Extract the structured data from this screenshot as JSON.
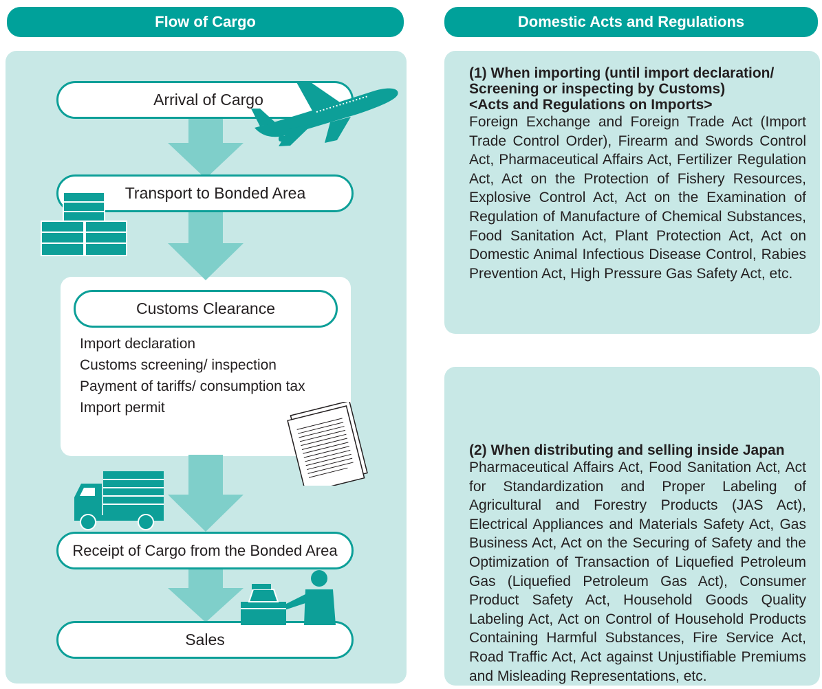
{
  "headers": {
    "flow": "Flow of Cargo",
    "regulations": "Domestic Acts and Regulations"
  },
  "flow": {
    "arrival": "Arrival of Cargo",
    "transport": "Transport to Bonded Area",
    "customs": "Customs Clearance",
    "customs_steps": [
      "Import declaration",
      "Customs screening/ inspection",
      "Payment of tariffs/ consumption tax",
      "Import permit"
    ],
    "receipt": "Receipt of Cargo from the Bonded Area",
    "sales": "Sales"
  },
  "regulations": {
    "importing": {
      "title_line1": "(1) When importing (until import declaration/",
      "title_line2": "Screening or inspecting by Customs)",
      "subtitle": "<Acts and Regulations on Imports>",
      "body": "Foreign Exchange and Foreign Trade Act (Import Trade Control Order), Firearm and Swords Control Act, Pharmaceutical Affairs Act, Fertilizer Regulation Act, Act on the Protection of Fishery Resources, Explosive Control Act, Act on the Examination of Regulation of Manufacture of Chemical Substances, Food Sanitation Act, Plant Protection Act, Act on Domestic Animal Infectious Disease Control, Rabies Prevention Act, High Pressure Gas Safety Act, etc."
    },
    "domestic": {
      "title": "(2) When distributing and selling inside Japan",
      "body": "Pharmaceutical Affairs Act, Food Sanitation Act, Act for Standardization and Proper Labeling of Agricultural and Forestry Products (JAS Act), Electrical Appliances and Materials Safety Act, Gas Business Act, Act on the Securing of Safety and the Optimization of Transaction of Liquefied Petroleum Gas (Liquefied Petroleum Gas Act), Consumer Product Safety Act, Household Goods Quality Labeling Act, Act on Control of Household Products Containing Harmful Substances, Fire Service Act, Road Traffic Act, Act against Unjustifiable Premiums and Misleading Representations, etc."
    }
  },
  "colors": {
    "accent": "#00a19a",
    "panel": "#c8e8e6",
    "arrow": "#7fcfca",
    "text": "#231f20"
  },
  "icons": [
    "airplane-icon",
    "crates-icon",
    "document-icon",
    "truck-icon",
    "cashier-icon"
  ]
}
